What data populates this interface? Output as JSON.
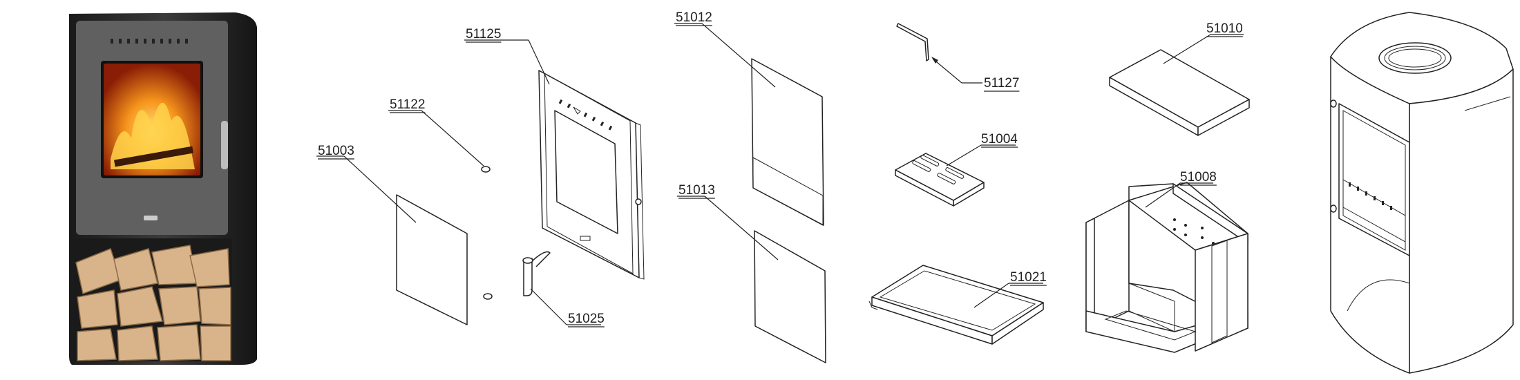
{
  "diagram": {
    "parts": [
      {
        "key": "p51003",
        "number": "51003"
      },
      {
        "key": "p51122",
        "number": "51122"
      },
      {
        "key": "p51125",
        "number": "51125"
      },
      {
        "key": "p51025",
        "number": "51025"
      },
      {
        "key": "p51012",
        "number": "51012"
      },
      {
        "key": "p51013",
        "number": "51013"
      },
      {
        "key": "p51127",
        "number": "51127"
      },
      {
        "key": "p51004",
        "number": "51004"
      },
      {
        "key": "p51021",
        "number": "51021"
      },
      {
        "key": "p51010",
        "number": "51010"
      },
      {
        "key": "p51008",
        "number": "51008"
      }
    ]
  },
  "colors": {
    "line": "#222222",
    "stove_body": "#2b2b2b",
    "stove_panel": "#5a5a5a",
    "fire": "#f07a12",
    "wood": "#d9b48a",
    "background": "#ffffff"
  }
}
